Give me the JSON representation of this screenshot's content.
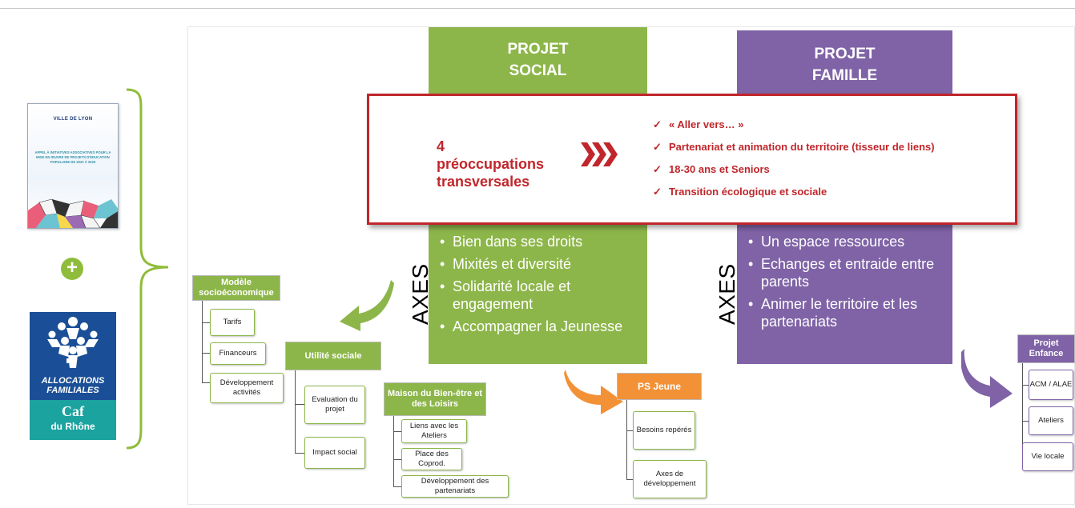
{
  "brochure": {
    "logo": "VILLE DE LYON",
    "text": "APPEL À INITIATIVES ASSOCIATIVES POUR LA MISE EN ŒUVRE DE PROJETS D'ÉDUCATION POPULAIRE DE 2022 À 2025"
  },
  "plus_sign": "+",
  "caf": {
    "line1": "ALLOCATIONS",
    "line2": "FAMILIALES",
    "name": "Caf",
    "sub": "du Rhône"
  },
  "projet_social": {
    "title_line1": "PROJET",
    "title_line2": "SOCIAL",
    "axes_label": "AXES",
    "axes": [
      "Bien dans ses droits",
      "Mixités et diversité",
      "Solidarité locale et engagement",
      "Accompagner la Jeunesse"
    ]
  },
  "projet_famille": {
    "title_line1": "PROJET",
    "title_line2": "FAMILLE",
    "axes_label": "AXES",
    "axes": [
      "Un espace ressources",
      "Echanges et entraide entre parents",
      "Animer le territoire et les partenariats"
    ]
  },
  "preoccupations": {
    "title_line1": "4",
    "title_line2": "préoccupations",
    "title_line3": "transversales",
    "check": "✓",
    "items": [
      "« Aller vers… »",
      "Partenariat et animation du territoire (tisseur de liens)",
      "18-30 ans et Seniors",
      "Transition écologique et sociale"
    ]
  },
  "modele": {
    "title": "Modèle socioéconomique",
    "items": [
      "Tarifs",
      "Financeurs",
      "Développement activités"
    ]
  },
  "utilite": {
    "title": "Utilité sociale",
    "items": [
      "Evaluation du projet",
      "Impact social"
    ]
  },
  "maison": {
    "title": "Maison du Bien-être et des Loisirs",
    "items": [
      "Liens avec les Ateliers",
      "Place des Coprod.",
      "Développement des partenariats"
    ]
  },
  "ps_jeune": {
    "title": "PS Jeune",
    "items": [
      "Besoins repérés",
      "Axes de développement"
    ]
  },
  "enfance": {
    "title": "Projet Enfance",
    "items": [
      "ACM / ALAE",
      "Ateliers",
      "Vie locale"
    ]
  },
  "colors": {
    "green": "#8db64a",
    "purple": "#7f63a6",
    "red": "#c0262b",
    "orange": "#f39137",
    "caf_blue": "#1a4f97",
    "caf_teal": "#1ba3a0"
  }
}
